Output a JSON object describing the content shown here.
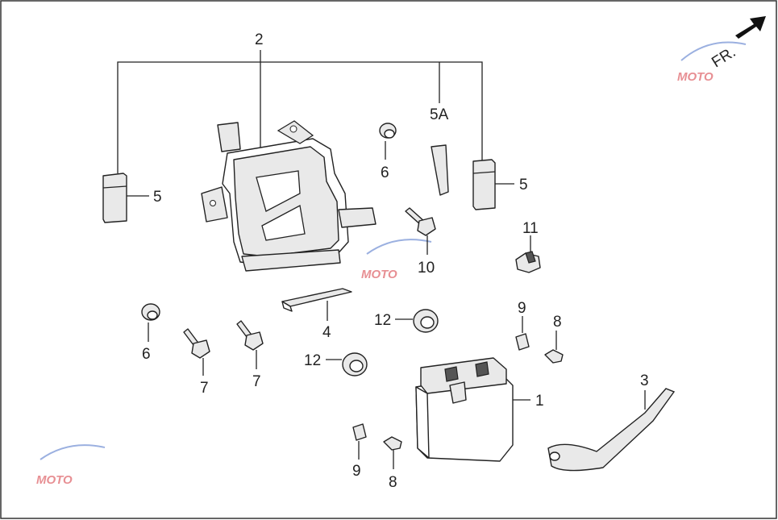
{
  "diagram": {
    "direction_label": "FR.",
    "watermark": "MOTO",
    "callouts": {
      "c1": "1",
      "c2": "2",
      "c3": "3",
      "c4": "4",
      "c5_left": "5",
      "c5_right": "5",
      "c5a": "5A",
      "c6_top": "6",
      "c6_left": "6",
      "c7_a": "7",
      "c7_b": "7",
      "c8_top": "8",
      "c8_bottom": "8",
      "c9_top": "9",
      "c9_bottom": "9",
      "c10": "10",
      "c11": "11",
      "c12_top": "12",
      "c12_bottom": "12"
    }
  }
}
